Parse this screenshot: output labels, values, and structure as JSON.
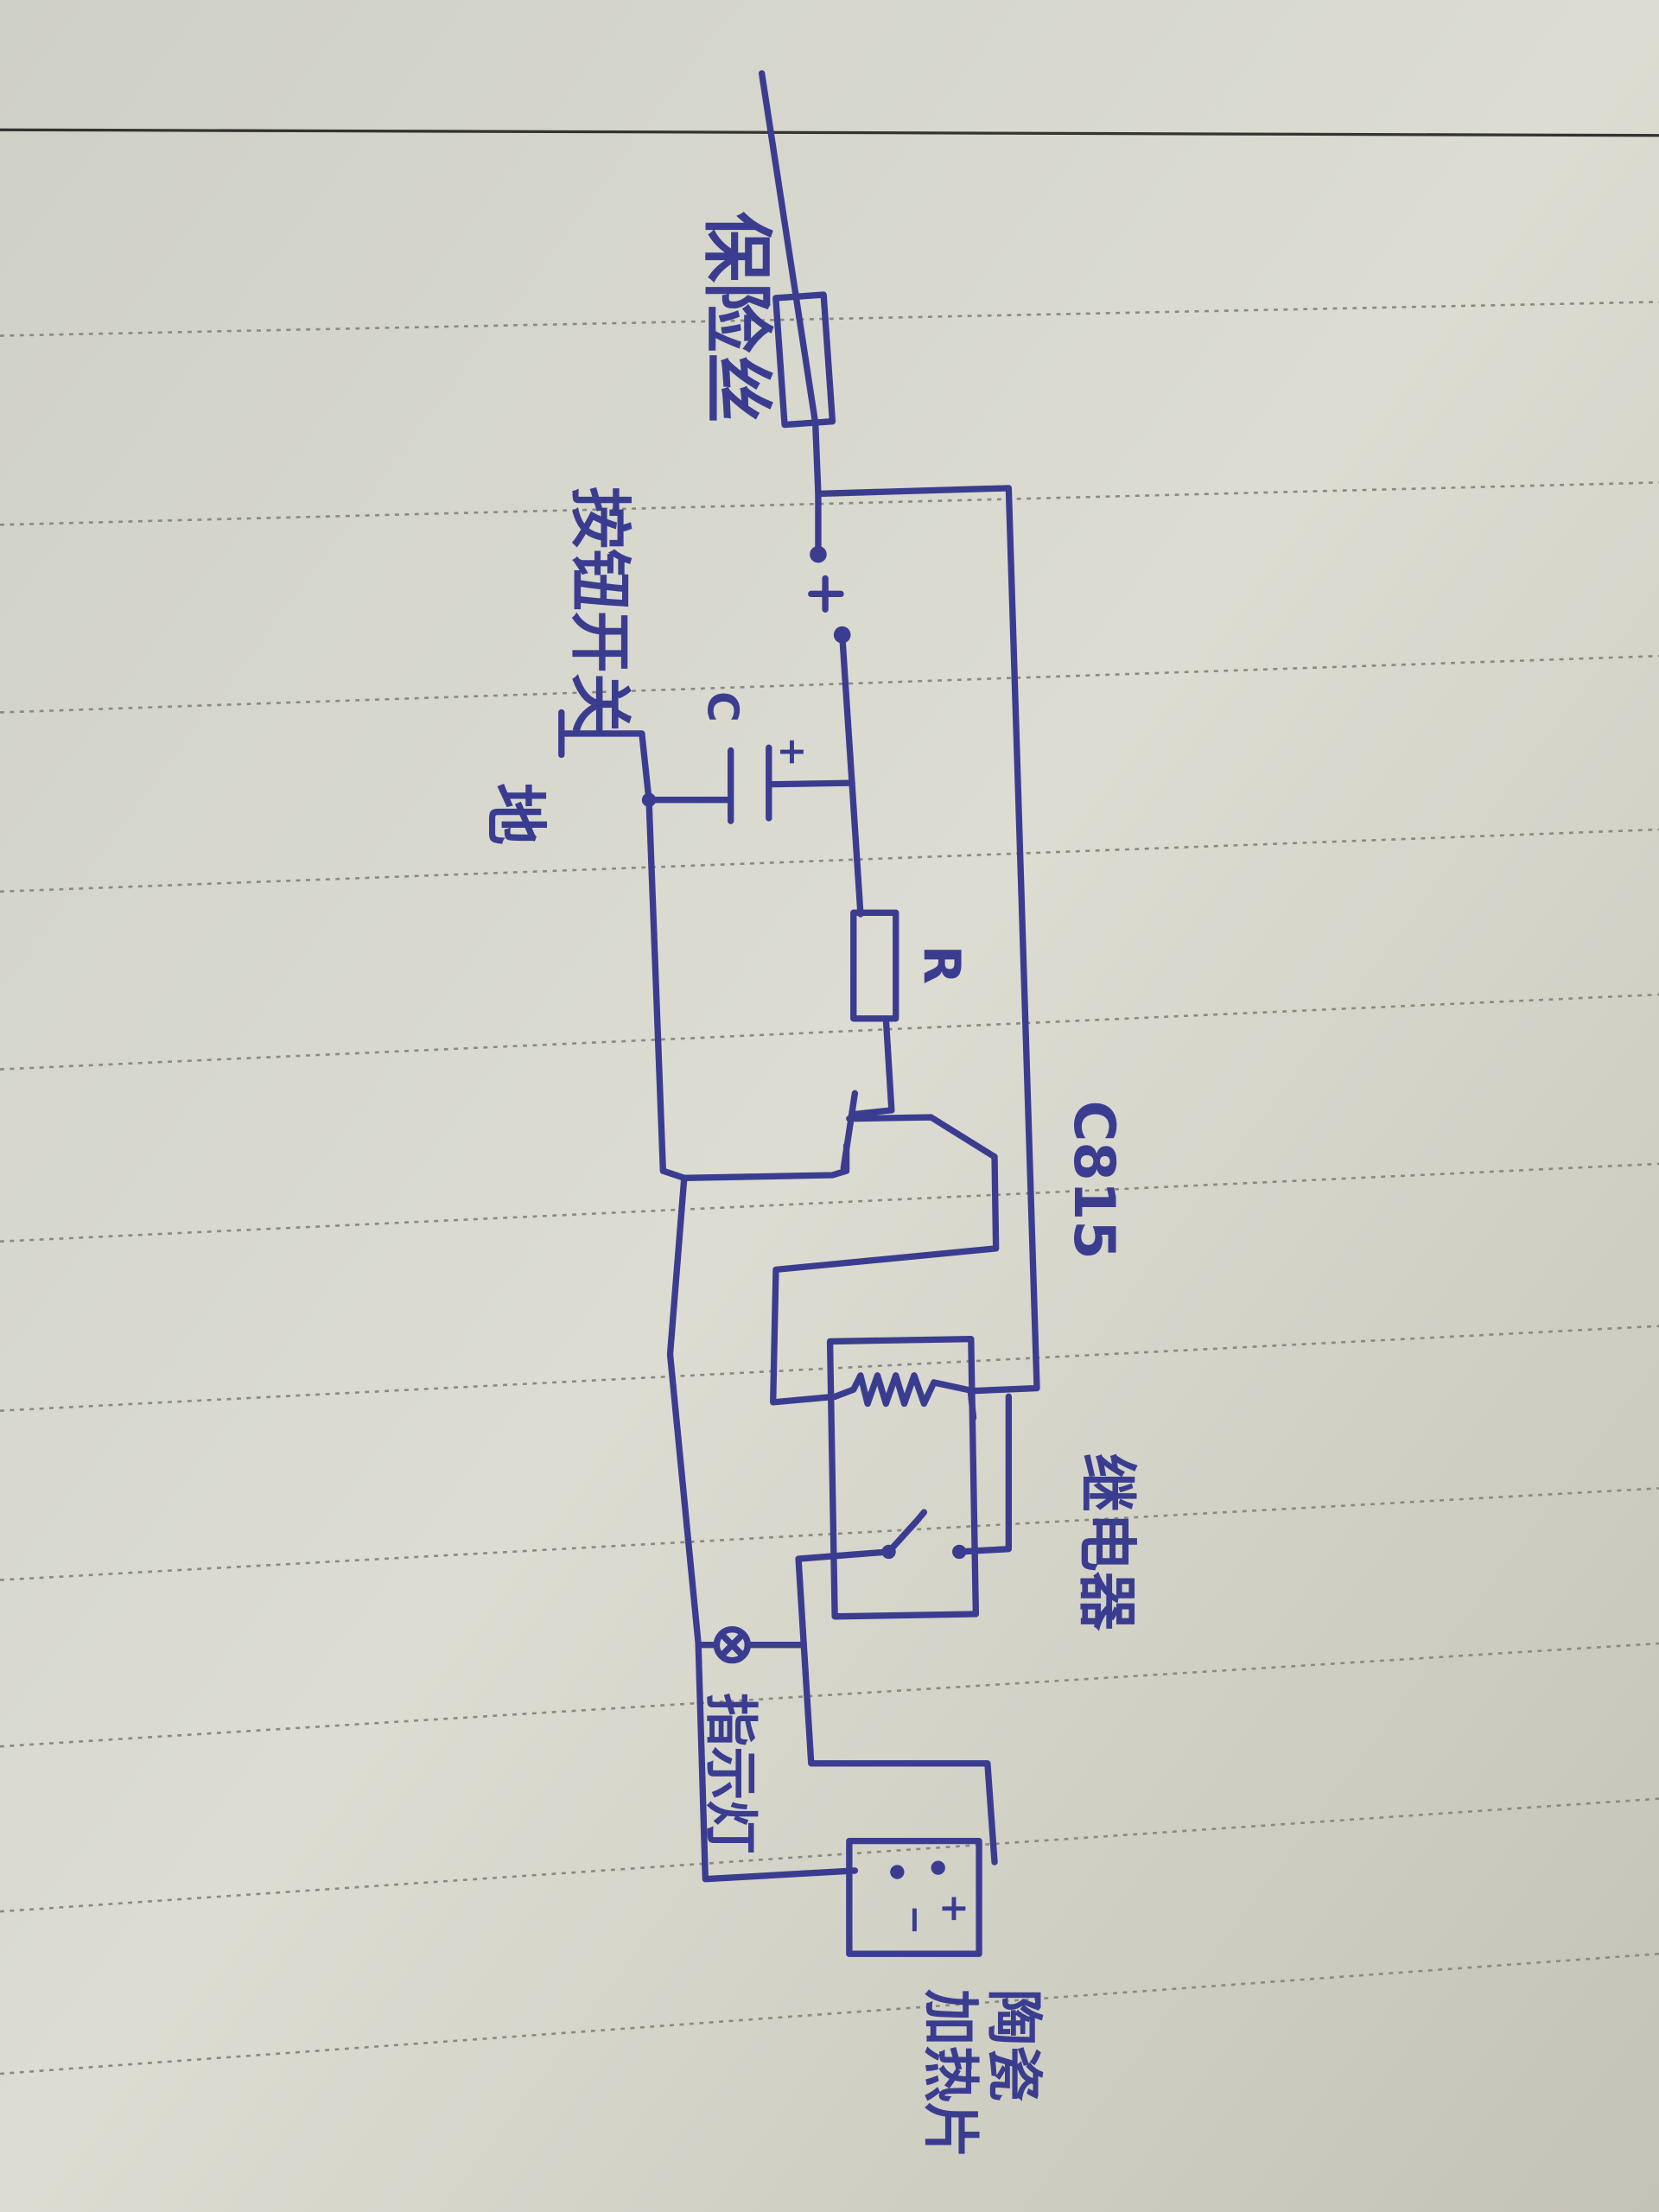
{
  "labels": {
    "fuse": "保险丝",
    "switch": "按钮开关",
    "capacitor": "C",
    "capacitor_polarity": "+",
    "ground": "地",
    "resistor": "R",
    "transistor": "C815",
    "relay": "继电器",
    "indicator": "指示灯",
    "heater_line1": "陶瓷",
    "heater_line2": "加热片",
    "heater_plus": "+",
    "heater_minus": "−"
  },
  "colors": {
    "ink": "#3a3d8f",
    "paper": "#d6d6cc"
  }
}
